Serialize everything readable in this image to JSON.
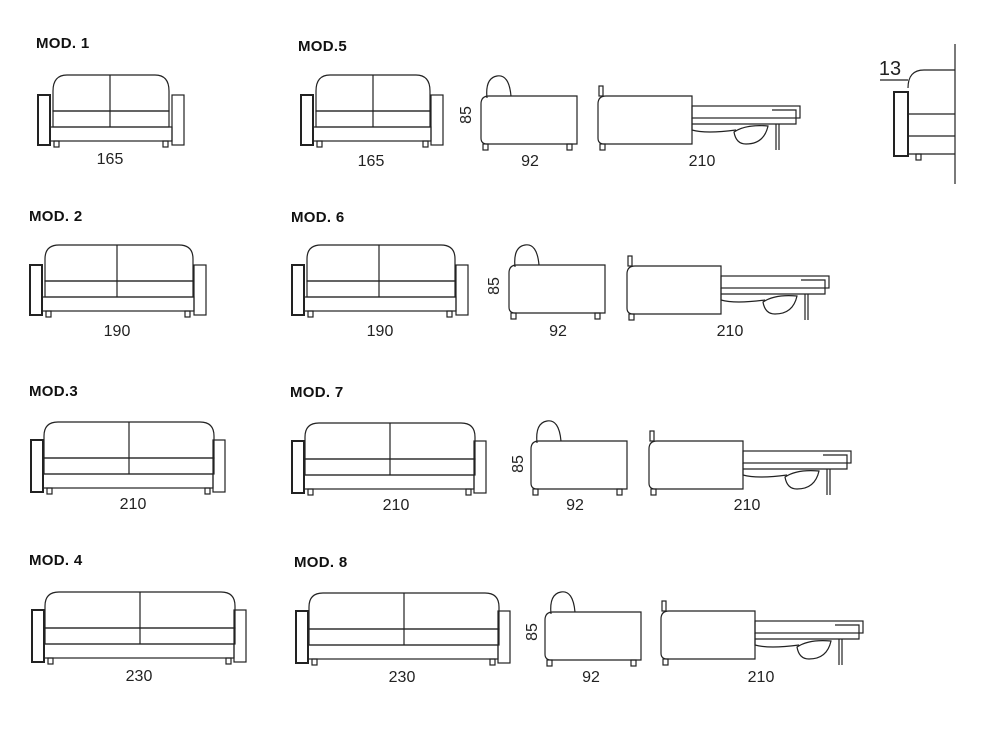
{
  "models": [
    {
      "label": "MOD. 1",
      "width": "165"
    },
    {
      "label": "MOD. 2",
      "width": "190"
    },
    {
      "label": "MOD.3",
      "width": "210"
    },
    {
      "label": "MOD. 4",
      "width": "230"
    },
    {
      "label": "MOD.5",
      "width": "165",
      "height": "85",
      "depth": "92",
      "open_length": "210"
    },
    {
      "label": "MOD. 6",
      "width": "190",
      "height": "85",
      "depth": "92",
      "open_length": "210"
    },
    {
      "label": "MOD. 7",
      "width": "210",
      "height": "85",
      "depth": "92",
      "open_length": "210"
    },
    {
      "label": "MOD. 8",
      "width": "230",
      "height": "85",
      "depth": "92",
      "open_length": "210"
    }
  ],
  "arm_detail": {
    "value": "13"
  }
}
